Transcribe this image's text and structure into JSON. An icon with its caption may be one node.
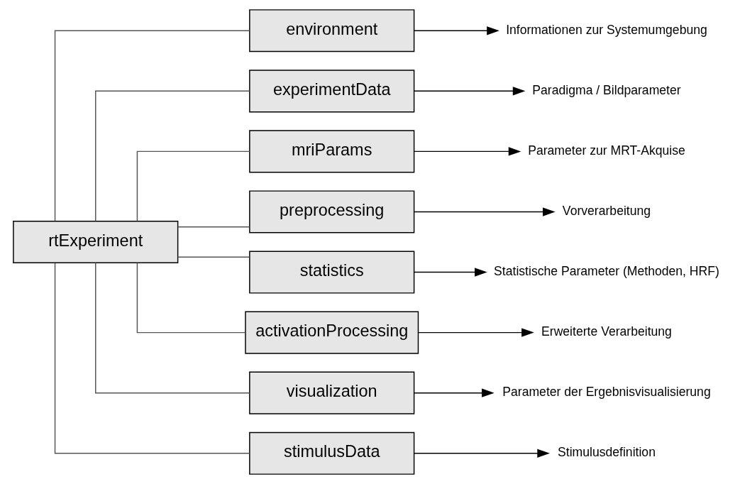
{
  "diagram": {
    "nodes": [
      {
        "text": [
          "rtExperiment"
        ]
      },
      {
        "text": [
          "environment"
        ]
      },
      {
        "text": [
          "experimentData"
        ]
      },
      {
        "text": [
          "mriParams"
        ]
      },
      {
        "text": [
          "preprocessing"
        ]
      },
      {
        "text": [
          "statistics"
        ]
      },
      {
        "text": [
          "activationProcessing"
        ]
      },
      {
        "text": [
          "visualization"
        ]
      },
      {
        "text": [
          "stimulusData"
        ]
      },
      {
        "text": [
          "Informationen zur Systemumgebung"
        ]
      },
      {
        "text": [
          "Paradigma / Bildparameter"
        ]
      },
      {
        "text": [
          "Parameter zur MRT-Akquise"
        ]
      },
      {
        "text": [
          "Vorverarbeitung"
        ]
      },
      {
        "text": [
          "Statistische Parameter (Methoden, HRF)"
        ]
      },
      {
        "text": [
          "Erweiterte Verarbeitung"
        ]
      },
      {
        "text": [
          "Parameter der Ergebnisvisualisierung"
        ]
      },
      {
        "text": [
          "Stimulusdefinition"
        ]
      }
    ],
    "edges": [
      {
        "from": 0,
        "to": 1,
        "arrow": "none"
      },
      {
        "from": 0,
        "to": 2,
        "arrow": "none"
      },
      {
        "from": 0,
        "to": 3,
        "arrow": "none"
      },
      {
        "from": 0,
        "to": 4,
        "arrow": "none"
      },
      {
        "from": 0,
        "to": 5,
        "arrow": "none"
      },
      {
        "from": 0,
        "to": 6,
        "arrow": "none"
      },
      {
        "from": 0,
        "to": 7,
        "arrow": "none"
      },
      {
        "from": 0,
        "to": 8,
        "arrow": "none"
      },
      {
        "from": 1,
        "to": 9,
        "arrow": "to"
      },
      {
        "from": 2,
        "to": 10,
        "arrow": "to"
      },
      {
        "from": 3,
        "to": 11,
        "arrow": "to"
      },
      {
        "from": 4,
        "to": 12,
        "arrow": "to"
      },
      {
        "from": 5,
        "to": 13,
        "arrow": "to"
      },
      {
        "from": 6,
        "to": 14,
        "arrow": "to"
      },
      {
        "from": 7,
        "to": 15,
        "arrow": "to"
      },
      {
        "from": 8,
        "to": 16,
        "arrow": "to"
      }
    ]
  }
}
